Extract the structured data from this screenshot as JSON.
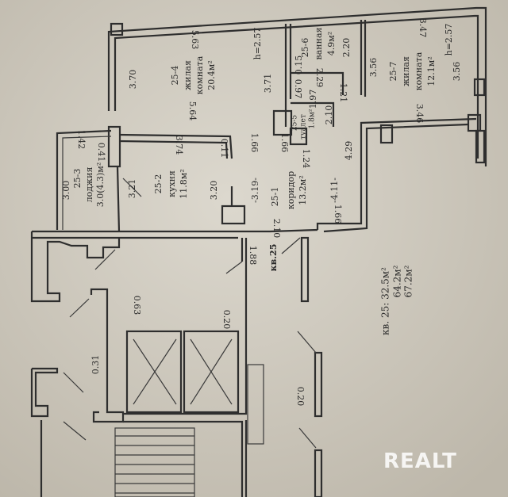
{
  "rooms": {
    "living_1": {
      "number": "25-4",
      "name": "жилая",
      "name2": "комната",
      "area": "20.4м²",
      "height": "h=2.57",
      "dims": [
        "5.63",
        "5.64",
        "3.70",
        "3.71"
      ]
    },
    "living_2": {
      "number": "25-7",
      "name": "жилая",
      "name2": "комната",
      "area": "12.1м²",
      "height": "h=2.57",
      "dims": [
        "3.47",
        "3.46",
        "3.56",
        "3.56"
      ]
    },
    "kitchen": {
      "number": "25-2",
      "name": "кухня",
      "area": "11.8м²",
      "dims": [
        "3.21",
        "3.20",
        "3.74",
        "0.11"
      ]
    },
    "corridor": {
      "number": "25-1",
      "name": "коридор",
      "area": "13.2м²",
      "dims": [
        "-3.19-",
        "-4.11-",
        "1.66",
        "1.66",
        "2.10",
        "4.29"
      ]
    },
    "loggia": {
      "number": "25-3",
      "name": "лоджия",
      "area": "3.0(4.3)м²",
      "dims": [
        "3.00",
        "1.42",
        "0.41"
      ]
    },
    "bathroom": {
      "number": "25-6",
      "name": "ванная",
      "area": "4.9м²",
      "dims": [
        "0.15",
        "2.29",
        "2.20",
        "1.21"
      ]
    },
    "toilet": {
      "number": "25-5",
      "name": "туалет",
      "area": "1.8м²",
      "dims": [
        "0.97",
        "1.97",
        "2.10",
        "1.24",
        "1.66"
      ]
    }
  },
  "apartment": {
    "label": "кв.25",
    "door_dim": "1.88"
  },
  "summary": {
    "line1": "кв. 25: 32.5м²",
    "line2": "64.2м²",
    "line3": "67.2м²"
  },
  "common_area": {
    "dims": [
      "0.63",
      "0.31",
      "0.20",
      "0.20"
    ]
  },
  "watermark": "REALT"
}
